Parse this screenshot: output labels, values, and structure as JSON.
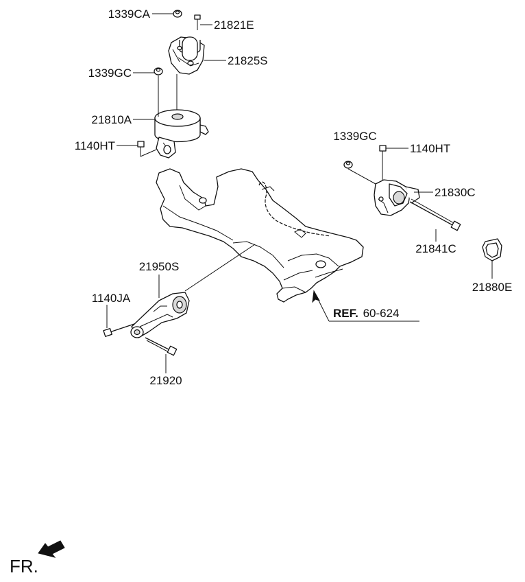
{
  "labels": {
    "p1339CA": "1339CA",
    "p21821E": "21821E",
    "p21825S": "21825S",
    "p1339GC_top": "1339GC",
    "p21810A": "21810A",
    "p1140HT_left": "1140HT",
    "p1339GC_right": "1339GC",
    "p1140HT_right": "1140HT",
    "p21830C": "21830C",
    "p21841C": "21841C",
    "p21880E": "21880E",
    "p21950S": "21950S",
    "p1140JA": "1140JA",
    "p21920": "21920"
  },
  "reference": {
    "prefix": "REF.",
    "number": "60-624"
  },
  "direction": {
    "label": "FR."
  }
}
